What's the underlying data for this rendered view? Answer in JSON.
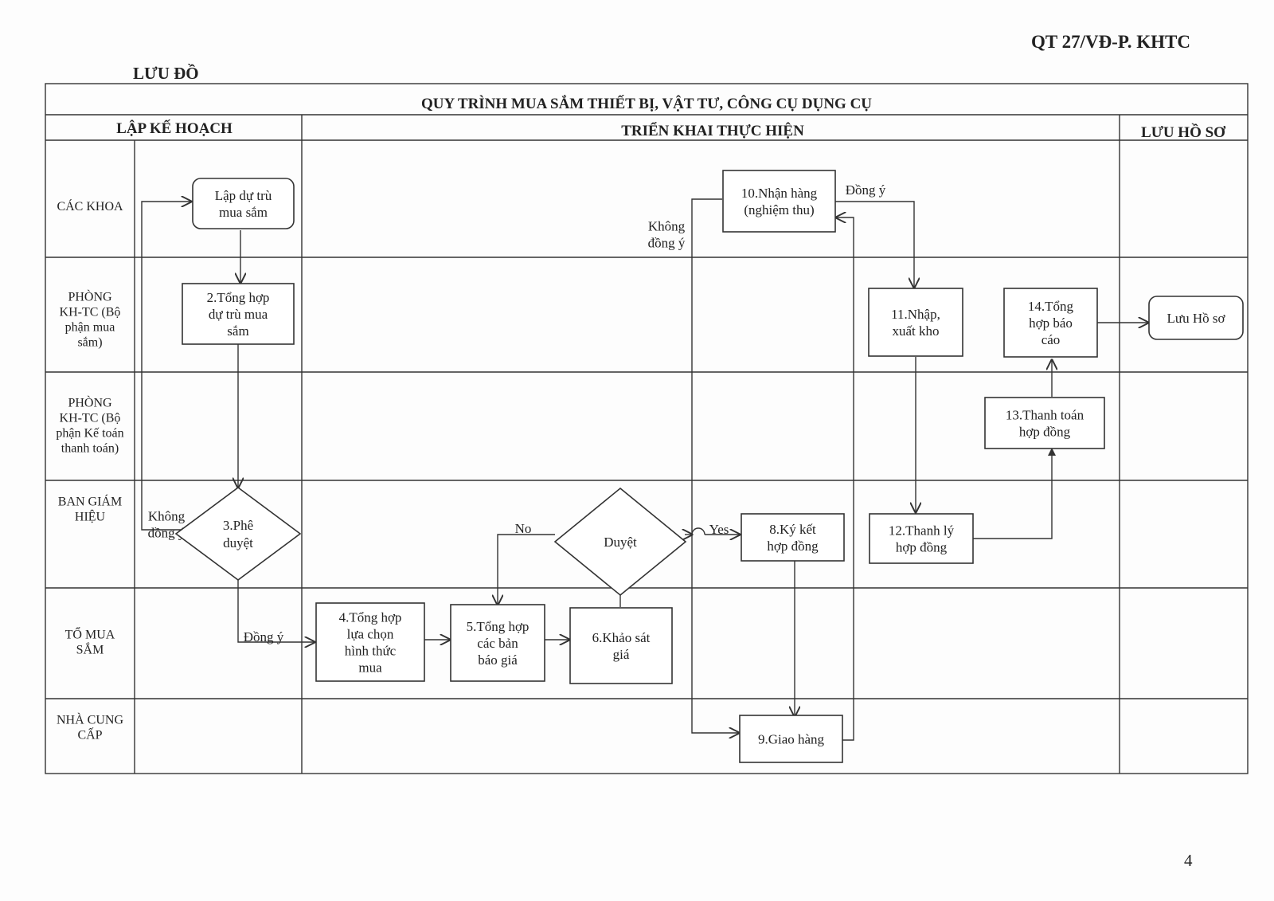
{
  "doc_code": "QT 27/VĐ-P. KHTC",
  "title_left": "LƯU ĐỒ",
  "page_number": "4",
  "main_title": "QUY TRÌNH MUA SẮM THIẾT BỊ, VẬT TƯ, CÔNG CỤ DỤNG CỤ",
  "phases": {
    "plan": "LẬP KẾ HOẠCH",
    "execute": "TRIỂN KHAI THỰC HIỆN",
    "archive": "LƯU HỒ SƠ"
  },
  "lanes": {
    "khoa": [
      "CÁC KHOA"
    ],
    "khtc_ms": [
      "PHÒNG",
      "KH-TC (Bộ",
      "phận mua",
      "sắm)"
    ],
    "khtc_kt": [
      "PHÒNG",
      "KH-TC (Bộ",
      "phận Kế toán",
      "thanh toán)"
    ],
    "bgh": [
      "BAN GIÁM",
      "HIỆU"
    ],
    "tms": [
      "TỔ MUA",
      "SẮM"
    ],
    "ncc": [
      "NHÀ CUNG",
      "CẤP"
    ]
  },
  "nodes": {
    "n1": [
      "Lập dự trù",
      "mua sắm"
    ],
    "n2": [
      "2.Tổng hợp",
      "dự trù mua",
      "sắm"
    ],
    "n3": [
      "3.Phê",
      "duyệt"
    ],
    "n4": [
      "4.Tổng hợp",
      "lựa chọn",
      "hình thức",
      "mua"
    ],
    "n5": [
      "5.Tổng hợp",
      "các bản",
      "báo giá"
    ],
    "n6": [
      "6.Khảo sát",
      "giá"
    ],
    "n7": [
      "Duyệt"
    ],
    "n8": [
      "8.Ký kết",
      "hợp đồng"
    ],
    "n9": [
      "9.Giao hàng"
    ],
    "n10": [
      "10.Nhận hàng",
      "(nghiệm thu)"
    ],
    "n11": [
      "11.Nhập,",
      "xuất kho"
    ],
    "n12": [
      "12.Thanh lý",
      "hợp đồng"
    ],
    "n13": [
      "13.Thanh toán",
      "hợp đồng"
    ],
    "n14": [
      "14.Tổng",
      "hợp báo",
      "cáo"
    ],
    "n15": [
      "Lưu Hồ sơ"
    ]
  },
  "edge_labels": {
    "n3_reject": [
      "Không",
      "đồng ý"
    ],
    "n3_accept": [
      "Đồng ý"
    ],
    "n7_no": [
      "No"
    ],
    "n7_yes": [
      "Yes"
    ],
    "n10_accept": [
      "Đồng ý"
    ],
    "n10_reject": [
      "Không",
      "đồng ý"
    ]
  }
}
